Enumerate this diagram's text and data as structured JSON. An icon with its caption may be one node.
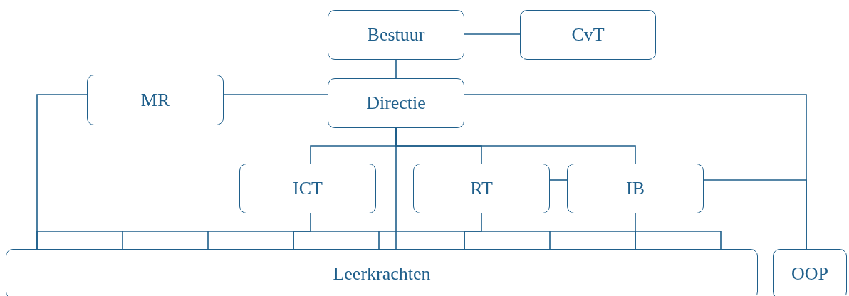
{
  "diagram": {
    "nodes": [
      {
        "text": [
          "Bestuur"
        ]
      },
      {
        "text": [
          "CvT"
        ]
      },
      {
        "text": [
          "MR"
        ]
      },
      {
        "text": [
          "Directie"
        ]
      },
      {
        "text": [
          "ICT"
        ]
      },
      {
        "text": [
          "RT"
        ]
      },
      {
        "text": [
          "IB"
        ]
      },
      {
        "text": [
          "Leerkrachten"
        ]
      },
      {
        "text": [
          "OOP"
        ]
      }
    ],
    "edges": [
      {
        "from": 0,
        "to": 1,
        "arrow": "none"
      },
      {
        "from": 0,
        "to": 3,
        "arrow": "none"
      },
      {
        "from": 2,
        "to": 3,
        "arrow": "none"
      },
      {
        "from": 2,
        "to": 7,
        "arrow": "none"
      },
      {
        "from": 3,
        "to": 8,
        "arrow": "none"
      },
      {
        "from": 3,
        "to": 4,
        "arrow": "none"
      },
      {
        "from": 3,
        "to": 5,
        "arrow": "none"
      },
      {
        "from": 3,
        "to": 6,
        "arrow": "none"
      },
      {
        "from": 5,
        "to": 6,
        "arrow": "none"
      },
      {
        "from": 6,
        "to": 8,
        "arrow": "none"
      },
      {
        "from": 3,
        "to": 7,
        "arrow": "none"
      },
      {
        "from": 4,
        "to": 7,
        "arrow": "none"
      },
      {
        "from": 5,
        "to": 7,
        "arrow": "none"
      },
      {
        "from": 6,
        "to": 7,
        "arrow": "none"
      }
    ]
  }
}
